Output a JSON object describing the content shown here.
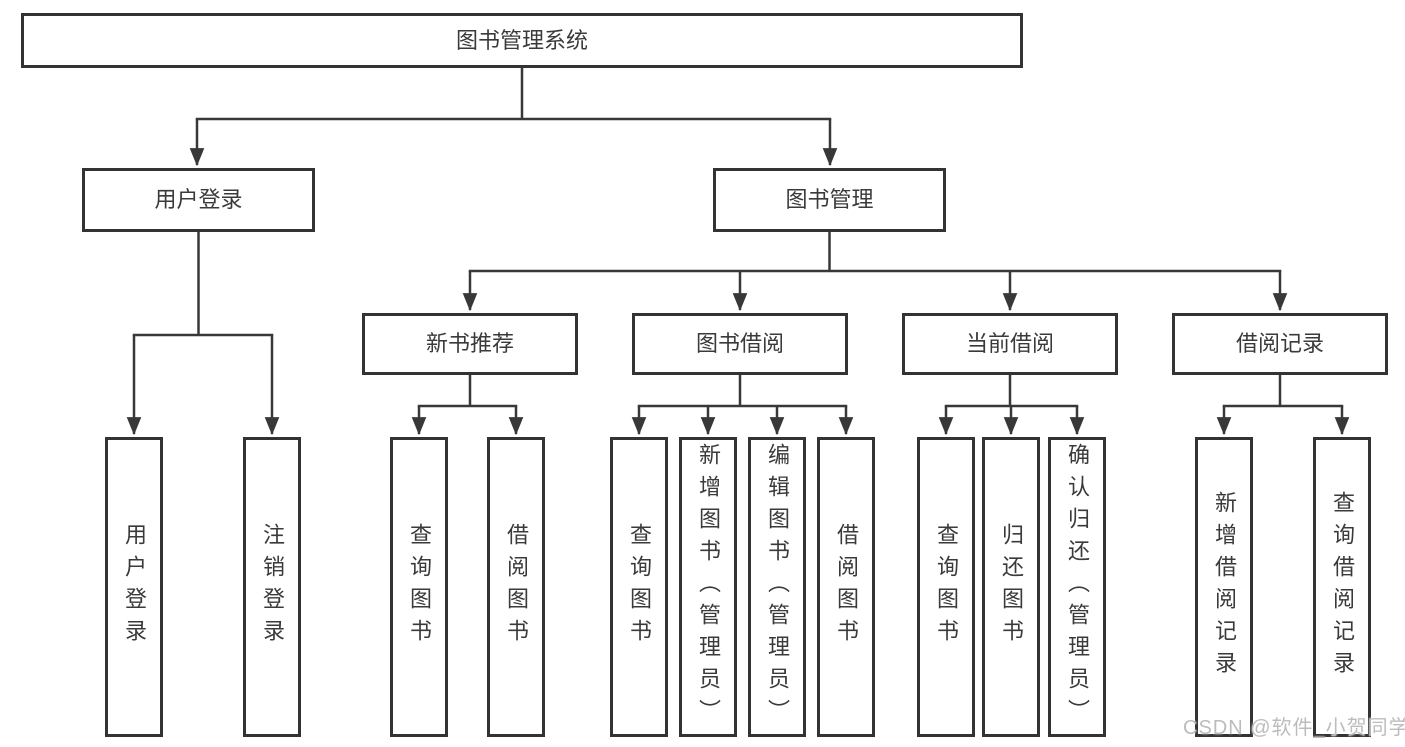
{
  "root": {
    "label": "图书管理系统",
    "children": [
      {
        "label": "用户登录",
        "children": [
          {
            "label": "用户登录"
          },
          {
            "label": "注销登录"
          }
        ]
      },
      {
        "label": "图书管理",
        "children": [
          {
            "label": "新书推荐",
            "children": [
              {
                "label": "查询图书"
              },
              {
                "label": "借阅图书"
              }
            ]
          },
          {
            "label": "图书借阅",
            "children": [
              {
                "label": "查询图书"
              },
              {
                "label": "新增图书（管理员）"
              },
              {
                "label": "编辑图书（管理员）"
              },
              {
                "label": "借阅图书"
              }
            ]
          },
          {
            "label": "当前借阅",
            "children": [
              {
                "label": "查询图书"
              },
              {
                "label": "归还图书"
              },
              {
                "label": "确认归还（管理员）"
              }
            ]
          },
          {
            "label": "借阅记录",
            "children": [
              {
                "label": "新增借阅记录"
              },
              {
                "label": "查询借阅记录"
              }
            ]
          }
        ]
      }
    ]
  },
  "watermark": {
    "text": "CSDN @软件_小贺同学"
  },
  "colors": {
    "line": "#383838",
    "border": "#333333",
    "text": "#3a3a3a",
    "watermark": "#bcbcbc",
    "background": "#ffffff"
  }
}
